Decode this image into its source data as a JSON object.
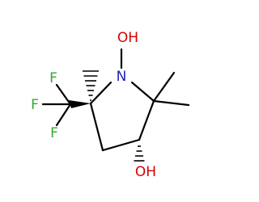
{
  "molecule": {
    "atoms": {
      "N1": {
        "label": "N",
        "color": "#1f1fbf"
      },
      "O_N": {
        "label": "OH",
        "color": "#d40000"
      },
      "O_C3": {
        "label": "OH",
        "color": "#d40000"
      },
      "F1": {
        "label": "F",
        "color": "#33aa33"
      },
      "F2": {
        "label": "F",
        "color": "#33aa33"
      },
      "F3": {
        "label": "F",
        "color": "#33aa33"
      }
    }
  }
}
